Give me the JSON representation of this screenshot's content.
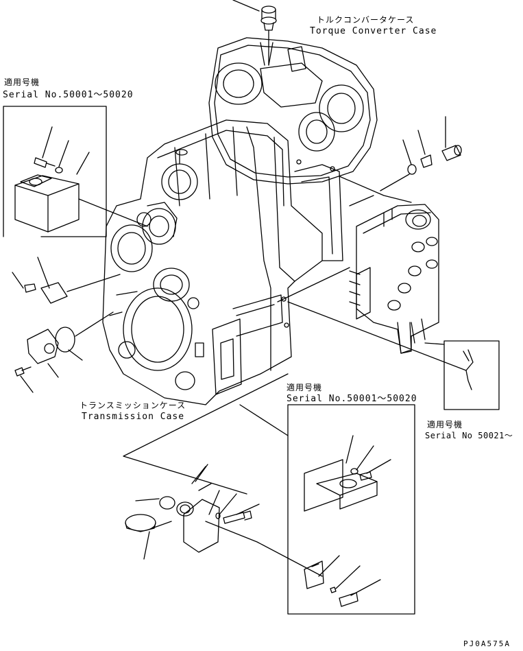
{
  "labels": {
    "torque_converter_jp": "トルクコンバータケース",
    "torque_converter_en": "Torque Converter Case",
    "serial_a_jp": "適用号機",
    "serial_a_en": "Serial No.50001～50020",
    "transmission_jp": "トランスミッションケース",
    "transmission_en": "Transmission Case",
    "serial_b_jp": "適用号機",
    "serial_b_en": "Serial No.50001～50020",
    "serial_c_jp": "適用号機",
    "serial_c_en": "Serial No 50021～",
    "drawing_code": "PJ0A575A"
  },
  "colors": {
    "line": "#000000",
    "background": "#ffffff"
  }
}
